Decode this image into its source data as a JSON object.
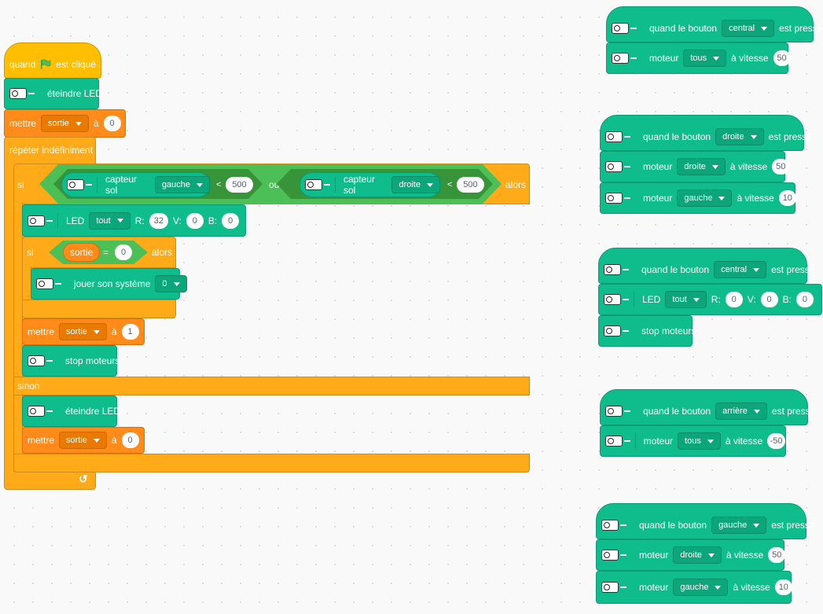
{
  "main_script": {
    "when_label_1": "quand",
    "when_label_2": "est cliqué",
    "led_off": "éteindre LED",
    "set_label": "mettre",
    "var_name": "sortie",
    "to_label": "à",
    "set_value_1": "0",
    "forever_label": "répéter indéfiniment",
    "if_label": "si",
    "sensor_label": "capteur sol",
    "sensor_left": "gauche",
    "sensor_right": "droite",
    "lt": "<",
    "threshold_1": "500",
    "threshold_2": "500",
    "or_label": "ou",
    "then_label": "alors",
    "led_label": "LED",
    "led_target": "tout",
    "r_label": "R:",
    "r_value": "32",
    "v_label": "V:",
    "v_value": "0",
    "b_label": "B:",
    "b_value": "0",
    "inner_if_label": "si",
    "eq": "=",
    "eq_value": "0",
    "inner_then": "alors",
    "play_sound": "jouer son système",
    "sound_value": "0",
    "set_value_2": "1",
    "stop_motors": "stop moteurs",
    "else_label": "sinon",
    "set_value_3": "0",
    "loop_arrow": "↺"
  },
  "scripts": {
    "s1": {
      "when": "quand le bouton",
      "button": "central",
      "pressed": "est pressé",
      "motor": "moteur",
      "motor_target": "tous",
      "speed_label": "à vitesse",
      "speed": "50"
    },
    "s2": {
      "when": "quand le bouton",
      "button": "droite",
      "pressed": "est pressé",
      "motor": "moteur",
      "motor1_target": "droite",
      "speed_label": "à vitesse",
      "speed1": "50",
      "motor2_target": "gauche",
      "speed2": "10"
    },
    "s3": {
      "when": "quand le bouton",
      "button": "central",
      "pressed": "est pressé",
      "led_label": "LED",
      "led_target": "tout",
      "r_label": "R:",
      "r_value": "0",
      "v_label": "V:",
      "v_value": "0",
      "b_label": "B:",
      "b_value": "0",
      "stop": "stop moteurs"
    },
    "s4": {
      "when": "quand le bouton",
      "button": "arrière",
      "pressed": "est pressé",
      "motor": "moteur",
      "motor_target": "tous",
      "speed_label": "à vitesse",
      "speed": "-50"
    },
    "s5": {
      "when": "quand le bouton",
      "button": "gauche",
      "pressed": "est pressé",
      "motor": "moteur",
      "motor1_target": "droite",
      "speed_label": "à vitesse",
      "speed1": "50",
      "motor2_target": "gauche",
      "speed2": "10"
    }
  },
  "colors": {
    "events": "#ffbf00",
    "control": "#ffab19",
    "variables": "#ff8c1a",
    "extension": "#0fbd8c",
    "operators": "#4cbf56"
  },
  "icons": [
    "green-flag-icon",
    "robot-icon",
    "loop-arrow-icon"
  ]
}
